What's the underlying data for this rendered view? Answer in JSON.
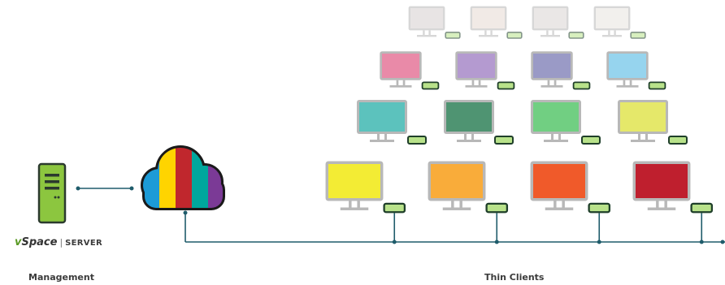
{
  "brand": {
    "prefix": "v",
    "name": "Space",
    "separator": "|",
    "product": "SERVER"
  },
  "captions": {
    "management": "Management",
    "thin_clients": "Thin Clients"
  },
  "colors": {
    "line": "#1f5c6b",
    "monitor_frame": "#b8b8b8",
    "device_fill": "#b8e28a",
    "device_border": "#1f3f2a",
    "server_fill": "#8cc63f",
    "server_border": "#2b3a2e"
  },
  "client_rows": [
    {
      "faded": true,
      "screens": [
        "#d6cfcf",
        "#e6d9d2",
        "#d9d4d2",
        "#e8e4e0"
      ]
    },
    {
      "faded": false,
      "screens": [
        "#e98aa8",
        "#b49ad0",
        "#9a9ac6",
        "#96d4ee"
      ]
    },
    {
      "faded": false,
      "screens": [
        "#5cc2bd",
        "#4f9472",
        "#71cf82",
        "#e5e86a"
      ]
    },
    {
      "faded": false,
      "screens": [
        "#f3ec34",
        "#f9ac3a",
        "#f05a2a",
        "#bf1f2e"
      ]
    }
  ],
  "cloud_colors": [
    "#1c9bd7",
    "#f3ec34",
    "#c0272d",
    "#0a6a3c",
    "#7b3a96",
    "#f7931e",
    "#e94e1b",
    "#ffd400",
    "#8cc63f",
    "#00a79d",
    "#ed1e79",
    "#662d91"
  ]
}
